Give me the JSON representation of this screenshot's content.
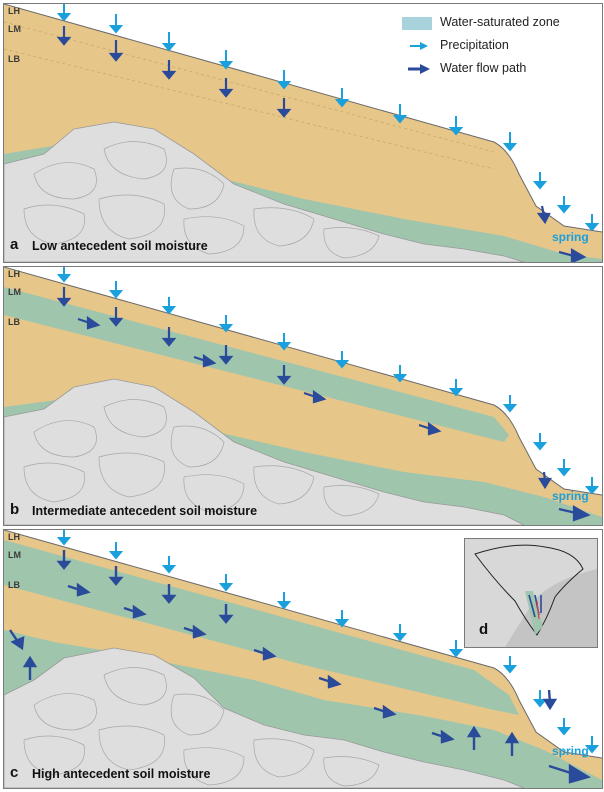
{
  "legend": {
    "saturated": "Water-saturated zone",
    "precipitation": "Precipitation",
    "flow": "Water flow path"
  },
  "layers": {
    "lh": "LH",
    "lm": "LM",
    "lb": "LB"
  },
  "panels": [
    {
      "letter": "a",
      "caption": "Low antecedent soil moisture",
      "spring": "spring"
    },
    {
      "letter": "b",
      "caption": "Intermediate antecedent soil moisture",
      "spring": "spring"
    },
    {
      "letter": "c",
      "caption": "High antecedent soil moisture",
      "spring": "spring"
    }
  ],
  "inset": {
    "letter": "d"
  },
  "colors": {
    "soil": "#e7c68a",
    "saturated": "#9fc5ad",
    "bedrock": "#dedede",
    "precip_arrow": "#1aa0dc",
    "flow_arrow": "#2a4a9a",
    "legend_swatch": "#a8d3dc"
  }
}
